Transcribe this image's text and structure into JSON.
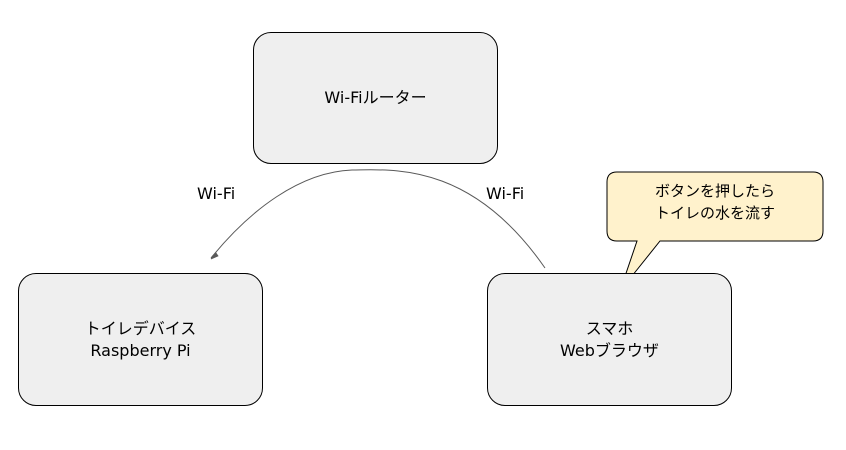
{
  "nodes": {
    "router": {
      "label": "Wi-Fiルーター"
    },
    "toilet": {
      "line1": "トイレデバイス",
      "line2": "Raspberry Pi"
    },
    "phone": {
      "line1": "スマホ",
      "line2": "Webブラウザ"
    }
  },
  "edges": {
    "left_label": "Wi-Fi",
    "right_label": "Wi-Fi"
  },
  "callout": {
    "line1": "ボタンを押したら",
    "line2": "トイレの水を流す"
  },
  "colors": {
    "node_fill": "#efefef",
    "callout_fill": "#fff2cc",
    "stroke": "#000000",
    "connector": "#595959"
  }
}
